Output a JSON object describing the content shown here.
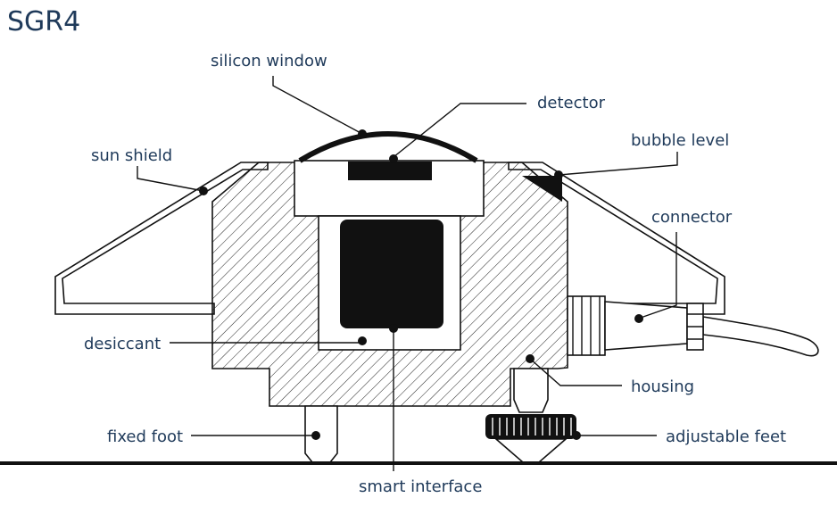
{
  "title": "SGR4",
  "labels": {
    "silicon_window": "silicon window",
    "detector": "detector",
    "sun_shield": "sun shield",
    "bubble_level": "bubble level",
    "connector": "connector",
    "desiccant": "desiccant",
    "housing": "housing",
    "fixed_foot": "fixed foot",
    "adjustable_feet": "adjustable feet",
    "smart_interface": "smart interface"
  },
  "colors": {
    "text": "#1f3a5a",
    "line": "#111111"
  }
}
